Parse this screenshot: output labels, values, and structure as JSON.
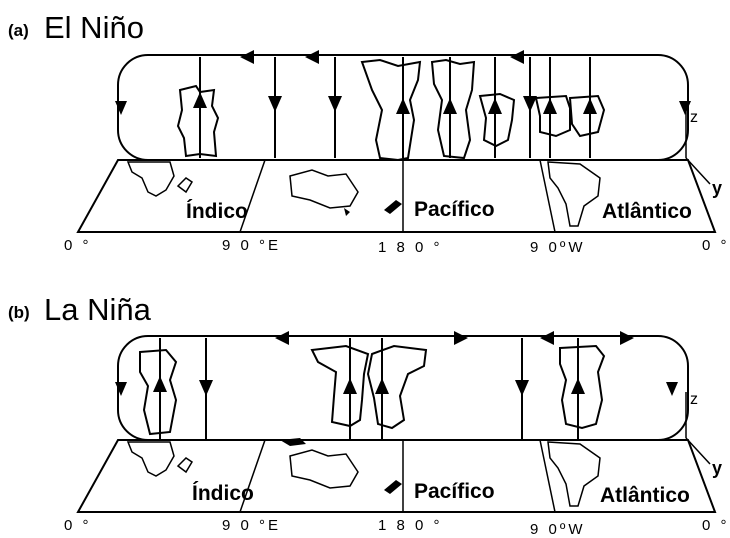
{
  "panels": [
    {
      "tag": "(a)",
      "title": "El Niño",
      "oceans": [
        "Índico",
        "Pacífico",
        "Atlântico"
      ],
      "longitudes": [
        "0 °",
        "9 0 °E",
        "1 8 0 °",
        "9 0ºW",
        "0 °"
      ],
      "axis_z": "z",
      "axis_y": "y"
    },
    {
      "tag": "(b)",
      "title": "La Niña",
      "oceans": [
        "Índico",
        "Pacífico",
        "Atlântico"
      ],
      "longitudes": [
        "0 °",
        "9 0 °E",
        "1 8 0 °",
        "9 0ºW",
        "0 °"
      ],
      "axis_z": "z",
      "axis_y": "y"
    }
  ]
}
